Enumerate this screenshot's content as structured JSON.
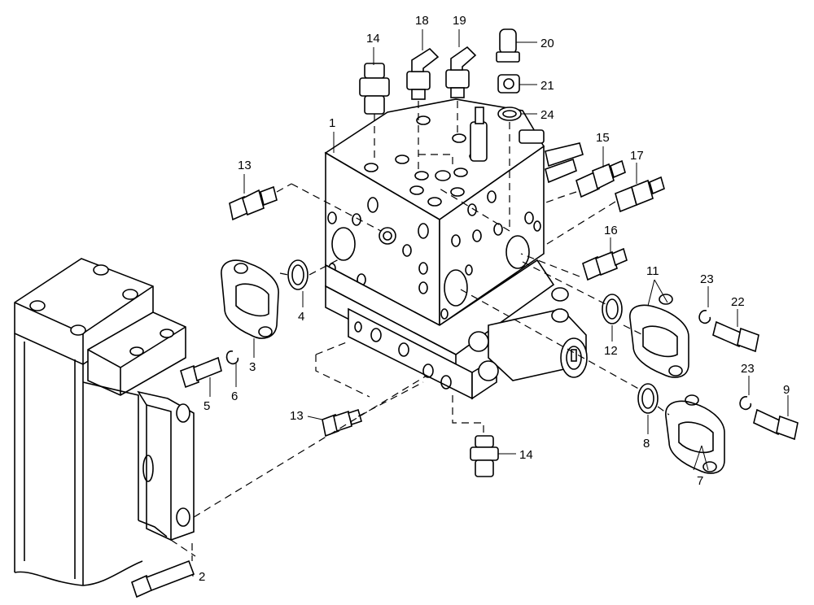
{
  "diagram": {
    "colors": {
      "line": "#000000",
      "background": "#ffffff"
    },
    "callouts": [
      {
        "id": "c1",
        "label": "1"
      },
      {
        "id": "c2",
        "label": "2"
      },
      {
        "id": "c3",
        "label": "3"
      },
      {
        "id": "c4",
        "label": "4"
      },
      {
        "id": "c5",
        "label": "5"
      },
      {
        "id": "c6",
        "label": "6"
      },
      {
        "id": "c7",
        "label": "7"
      },
      {
        "id": "c8",
        "label": "8"
      },
      {
        "id": "c9",
        "label": "9"
      },
      {
        "id": "c11",
        "label": "11"
      },
      {
        "id": "c12",
        "label": "12"
      },
      {
        "id": "c13a",
        "label": "13"
      },
      {
        "id": "c13b",
        "label": "13"
      },
      {
        "id": "c14a",
        "label": "14"
      },
      {
        "id": "c14b",
        "label": "14"
      },
      {
        "id": "c15",
        "label": "15"
      },
      {
        "id": "c16",
        "label": "16"
      },
      {
        "id": "c17",
        "label": "17"
      },
      {
        "id": "c18",
        "label": "18"
      },
      {
        "id": "c19",
        "label": "19"
      },
      {
        "id": "c20",
        "label": "20"
      },
      {
        "id": "c21",
        "label": "21"
      },
      {
        "id": "c22",
        "label": "22"
      },
      {
        "id": "c23a",
        "label": "23"
      },
      {
        "id": "c23b",
        "label": "23"
      },
      {
        "id": "c24",
        "label": "24"
      }
    ]
  }
}
